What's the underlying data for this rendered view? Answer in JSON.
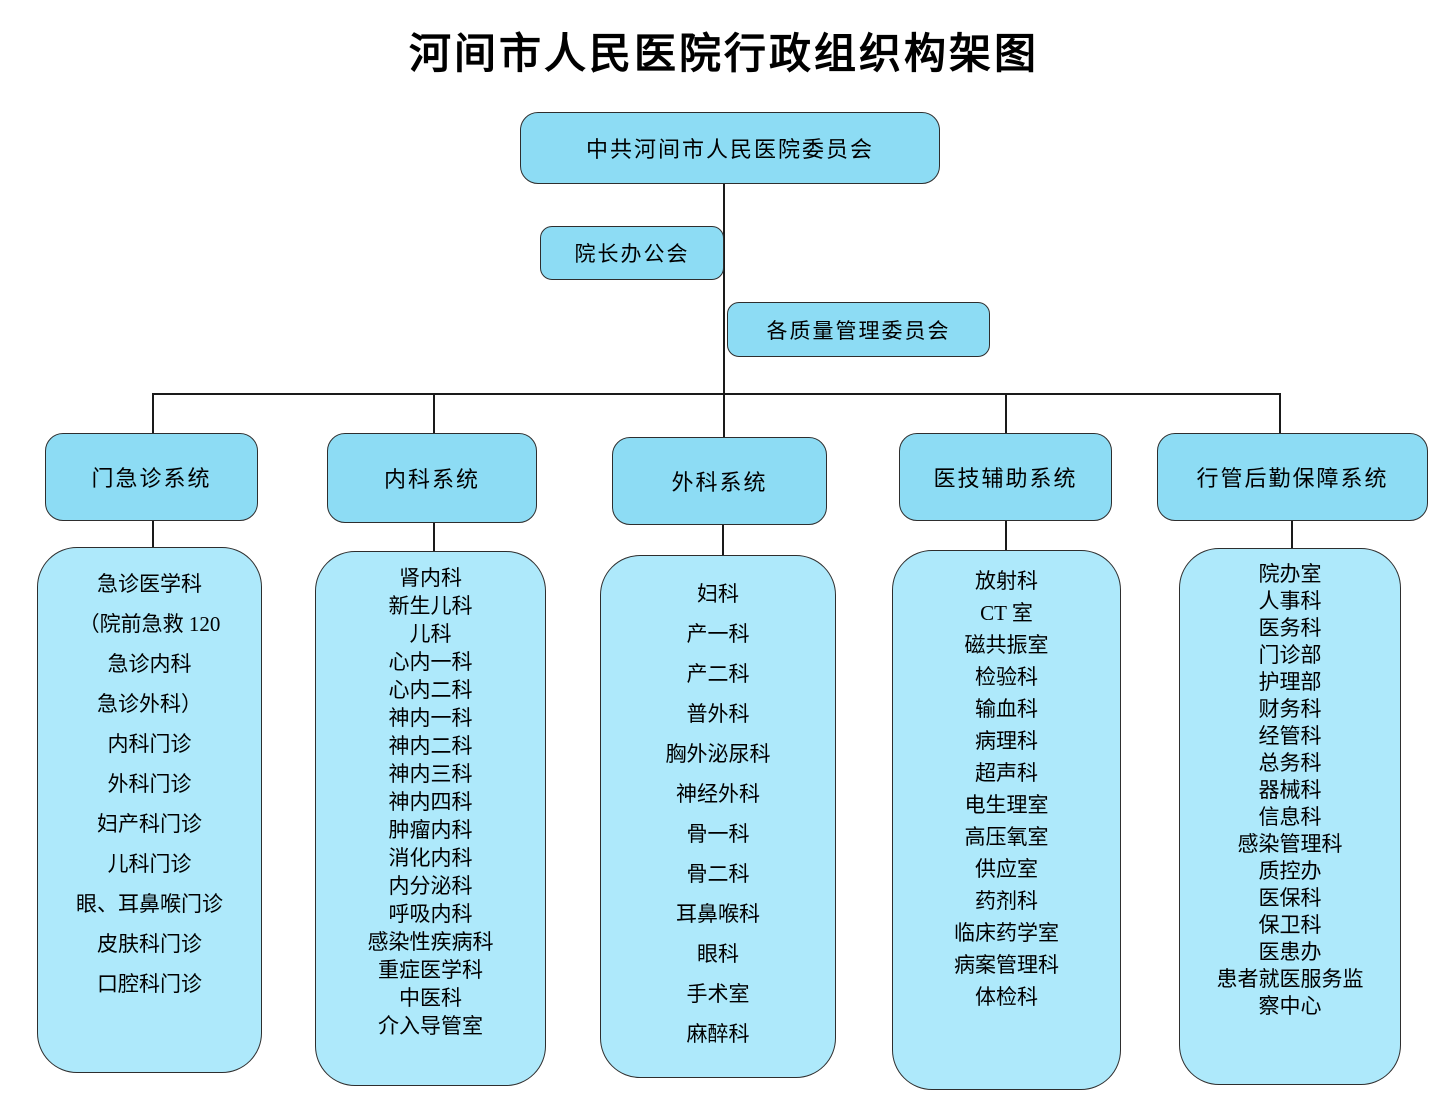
{
  "title": "河间市人民医院行政组织构架图",
  "nodes": {
    "committee": "中共河间市人民医院委员会",
    "dean_office": "院长办公会",
    "quality_committees": "各质量管理委员会"
  },
  "colors": {
    "node_fill": "#8ddcf4",
    "list_fill": "#aee9fb",
    "border": "#2e2e2e",
    "connector": "#1a1a1a",
    "background": "#ffffff",
    "text": "#000000"
  },
  "branches": [
    {
      "label": "门急诊系统",
      "items": [
        "急诊医学科",
        "（院前急救 120",
        "急诊内科",
        "急诊外科）",
        "内科门诊",
        "外科门诊",
        "妇产科门诊",
        "儿科门诊",
        "眼、耳鼻喉门诊",
        "皮肤科门诊",
        "口腔科门诊"
      ]
    },
    {
      "label": "内科系统",
      "items": [
        "肾内科",
        "新生儿科",
        "儿科",
        "心内一科",
        "心内二科",
        "神内一科",
        "神内二科",
        "神内三科",
        "神内四科",
        "肿瘤内科",
        "消化内科",
        "内分泌科",
        "呼吸内科",
        "感染性疾病科",
        "重症医学科",
        "中医科",
        "介入导管室"
      ]
    },
    {
      "label": "外科系统",
      "items": [
        "妇科",
        "产一科",
        "产二科",
        "普外科",
        "胸外泌尿科",
        "神经外科",
        "骨一科",
        "骨二科",
        "耳鼻喉科",
        "眼科",
        "手术室",
        "麻醉科"
      ]
    },
    {
      "label": "医技辅助系统",
      "items": [
        "放射科",
        "CT 室",
        "磁共振室",
        "检验科",
        "输血科",
        "病理科",
        "超声科",
        "电生理室",
        "高压氧室",
        "供应室",
        "药剂科",
        "临床药学室",
        "病案管理科",
        "体检科"
      ]
    },
    {
      "label": "行管后勤保障系统",
      "items": [
        "院办室",
        "人事科",
        "医务科",
        "门诊部",
        "护理部",
        "财务科",
        "经管科",
        "总务科",
        "器械科",
        "信息科",
        "感染管理科",
        "质控办",
        "医保科",
        "保卫科",
        "医患办",
        "患者就医服务监察中心"
      ]
    }
  ]
}
